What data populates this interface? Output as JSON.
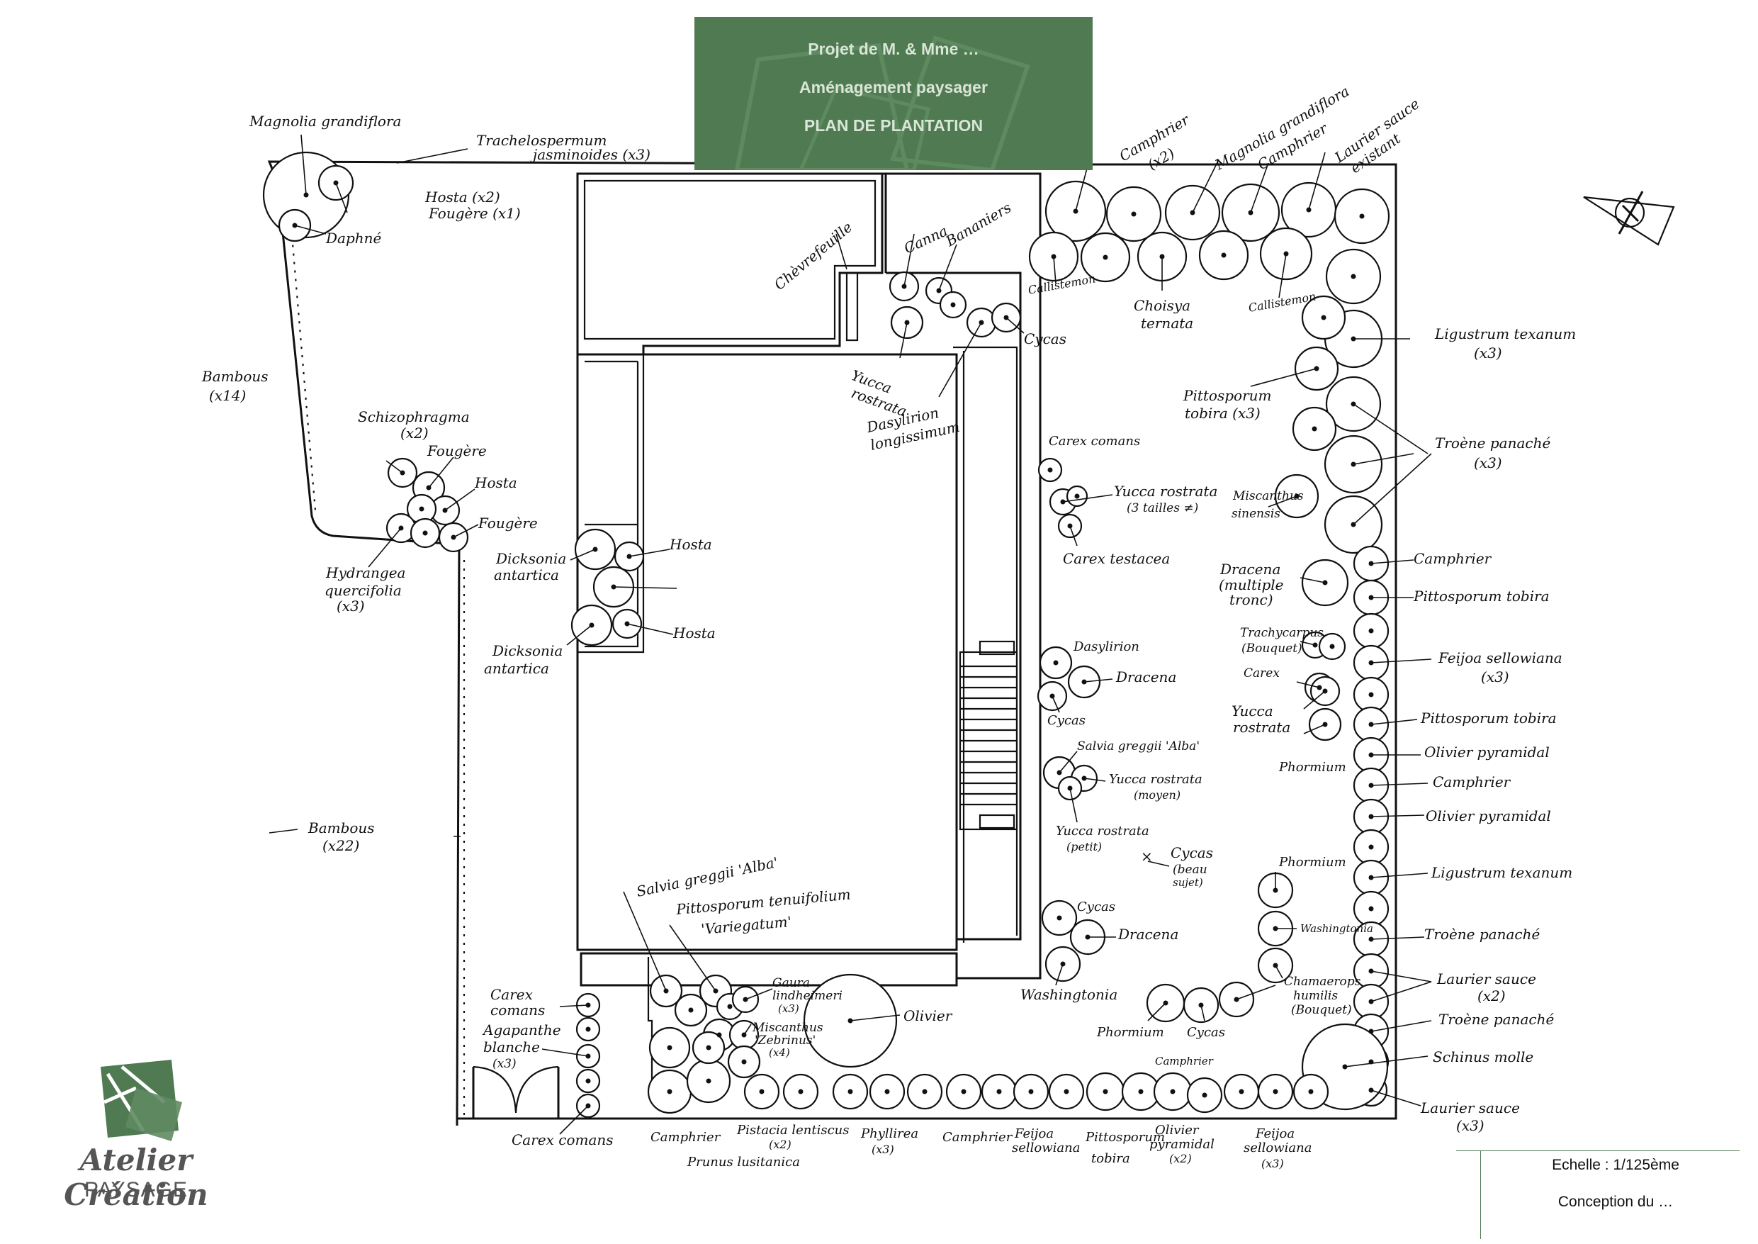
{
  "header": {
    "line1": "Projet de  M. & Mme …",
    "line2": "Aménagement paysager",
    "line3": "PLAN DE PLANTATION"
  },
  "footer": {
    "scale": "Echelle : 1/125ème",
    "conception": "Conception du …"
  },
  "logo": {
    "name": "Atelier Création",
    "sub": "PAYSAGE"
  },
  "colors": {
    "brand_green": "#4f7a52",
    "ink": "#111111",
    "paper": "#ffffff"
  },
  "labels": {
    "magnolia_left": "Magnolia grandiflora",
    "trachelospermum": "Trachelospermum",
    "jasminoides": "jasminoides (x3)",
    "hosta_top": "Hosta (x2)",
    "fougere_top": "Fougère (x1)",
    "daphne": "Daphné",
    "bambous_left": "Bambous",
    "bambous_left_n": "(x14)",
    "schizophragma": "Schizophragma",
    "schizophragma_n": "(x2)",
    "fougere_a": "Fougère",
    "hosta_a": "Hosta",
    "fougere_b": "Fougère",
    "hydrangea": "Hydrangea",
    "quercifolia": "quercifolia",
    "hydrangea_n": "(x3)",
    "dicksonia_1": "Dicksonia",
    "antartica_1": "antartica",
    "hosta_b": "Hosta",
    "hosta_c": "Hosta",
    "dicksonia_2": "Dicksonia",
    "antartica_2": "antartica",
    "bambous_bottom": "Bambous",
    "bambous_bottom_n": "(x22)",
    "chevrefeuille": "Chèvrefeuille",
    "canna": "Canna",
    "bananiers": "Bananiers",
    "cycas_top": "Cycas",
    "yucca_rostrata_top": "Yucca",
    "yucca_rostrata_top2": "rostrata",
    "dasylirion_top": "Dasylirion",
    "longissimum": "longissimum",
    "camphrier_top": "Camphrier",
    "camphrier_top_n": "(x2)",
    "magnolia_right": "Magnolia grandiflora",
    "camphrier_top2": "Camphrier",
    "laurier_existant": "Laurier sauce",
    "laurier_existant2": "existant",
    "callistemon_1": "Callistemon",
    "choisya": "Choisya",
    "ternata": "ternata",
    "callistemon_2": "Callistemon",
    "ligustrum_top": "Ligustrum texanum",
    "ligustrum_top_n": "(x3)",
    "pittosporum_tobira_top": "Pittosporum",
    "pittosporum_tobira_top2": "tobira (x3)",
    "troene_top": "Troène panaché",
    "troene_top_n": "(x3)",
    "carex_comans_mid": "Carex comans",
    "yucca_3tailles": "Yucca rostrata",
    "yucca_3tailles2": "(3 tailles ≠)",
    "carex_testacea": "Carex testacea",
    "miscanthus_sin": "Miscanthus",
    "sinensis": "sinensis",
    "camphrier_r1": "Camphrier",
    "dracena_multi": "Dracena",
    "dracena_multi2": "(multiple",
    "dracena_multi3": "tronc)",
    "pittosporum_r1": "Pittosporum tobira",
    "trachycarpus": "Trachycarpus",
    "trachycarpus2": "(Bouquet)",
    "feijoa_r": "Feijoa sellowiana",
    "feijoa_r_n": "(x3)",
    "carex_r": "Carex",
    "yucca_r": "Yucca",
    "yucca_r2": "rostrata",
    "phormium_r": "Phormium",
    "pittosporum_r2": "Pittosporum tobira",
    "olivier_pyr_1": "Olivier pyramidal",
    "camphrier_r2": "Camphrier",
    "olivier_pyr_2": "Olivier pyramidal",
    "dasylirion_mid": "Dasylirion",
    "dracena_mid": "Dracena",
    "cycas_mid": "Cycas",
    "salvia_alba_mid": "Salvia greggii 'Alba'",
    "yucca_moyen": "Yucca rostrata",
    "yucca_moyen2": "(moyen)",
    "yucca_petit": "Yucca rostrata",
    "yucca_petit2": "(petit)",
    "cycas_beau": "Cycas",
    "cycas_beau2": "(beau",
    "cycas_beau3": "sujet)",
    "ligustrum_bottom": "Ligustrum texanum",
    "phormium_r2": "Phormium",
    "washingtonia_r": "Washingtonia",
    "troene_r2": "Troène panaché",
    "cycas_low": "Cycas",
    "dracena_low": "Dracena",
    "washingtonia_low": "Washingtonia",
    "chamaerops": "Chamaerops",
    "humilis": "humilis",
    "chamaerops_b": "(Bouquet)",
    "laurier_x2": "Laurier sauce",
    "laurier_x2_n": "(x2)",
    "troene_r3": "Troène panaché",
    "schinus": "Schinus molle",
    "laurier_x3": "Laurier sauce",
    "laurier_x3_n": "(x3)",
    "phormium_low": "Phormium",
    "cycas_low2": "Cycas",
    "salvia_alba_low": "Salvia greggii 'Alba'",
    "pittosporum_ten": "Pittosporum tenuifolium",
    "variegatum": "'Variegatum'",
    "carex_comans_low": "Carex",
    "carex_comans_low2": "comans",
    "agapanthe": "Agapanthe",
    "blanche": "blanche",
    "agapanthe_n": "(x3)",
    "gaura": "Gaura",
    "lindheimeri": "lindheimeri",
    "gaura_n": "(x3)",
    "miscanthus_zeb": "Miscanthus",
    "zebrinus": "'Zebrinus'",
    "miscanthus_zeb_n": "(x4)",
    "olivier": "Olivier",
    "carex_comans_bottom": "Carex comans",
    "camphrier_b1": "Camphrier",
    "pistacia": "Pistacia lentiscus",
    "pistacia_n": "(x2)",
    "prunus": "Prunus lusitanica",
    "phyllirea": "Phyllirea",
    "phyllirea_n": "(x3)",
    "camphrier_b2": "Camphrier",
    "feijoa_b": "Feijoa",
    "feijoa_b2": "sellowiana",
    "pittosporum_b": "Pittosporum",
    "pittosporum_b2": "tobira",
    "camphrier_b3": "Camphrier",
    "olivier_pyr_b": "Olivier",
    "olivier_pyr_b2": "pyramidal",
    "olivier_pyr_b_n": "(x2)",
    "feijoa_b3": "Feijoa",
    "feijoa_b4": "sellowiana",
    "feijoa_b_n": "(x3)"
  }
}
